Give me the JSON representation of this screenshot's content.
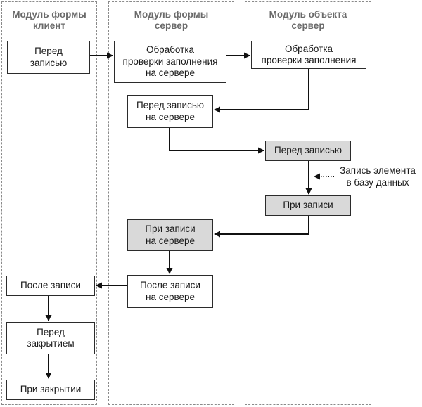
{
  "lanes": {
    "client": {
      "title_line1": "Модуль формы",
      "title_line2": "клиент"
    },
    "server": {
      "title_line1": "Модуль формы",
      "title_line2": "сервер"
    },
    "object": {
      "title_line1": "Модуль объекта",
      "title_line2": "сервер"
    }
  },
  "nodes": {
    "before_write_client": "Перед\nзаписью",
    "fill_check_form_server": "Обработка\nпроверки заполнения\nна сервере",
    "fill_check_object": "Обработка\nпроверки заполнения",
    "before_write_at_server": "Перед записью\nна сервере",
    "before_write_object": "Перед записью",
    "on_write_object": "При записи",
    "on_write_at_server": "При записи\nна сервере",
    "after_write_at_server": "После записи\nна сервере",
    "after_write_client": "После записи",
    "before_close": "Перед\nзакрытием",
    "on_close": "При закрытии"
  },
  "annotation": {
    "db_write": "Запись элемента\nв базу данных"
  },
  "colors": {
    "shaded_fill": "#d9d9d9",
    "lane_border": "#8a8a8a",
    "line": "#111111"
  }
}
